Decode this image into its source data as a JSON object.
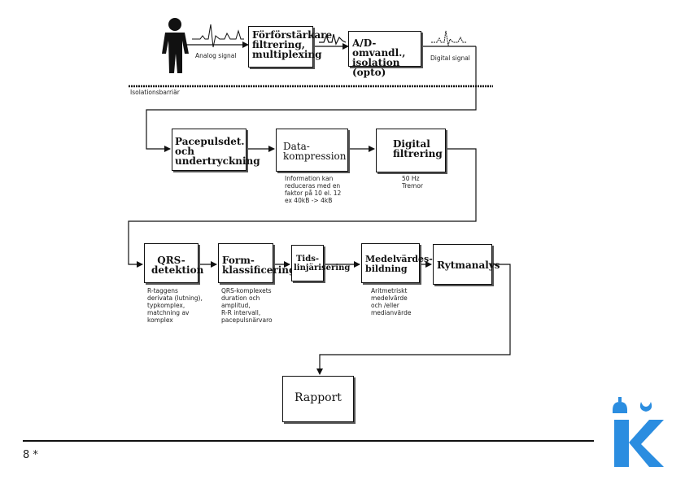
{
  "diagram": {
    "top_blocks": {
      "preamp": [
        "Förförstärkare",
        "filtrering,",
        "multiplexing"
      ],
      "adc": [
        "A/D-omvandl.,",
        "isolation (opto)"
      ]
    },
    "signals": {
      "analog": "Analog signal",
      "digital": "Digital signal"
    },
    "barrier_label": "Isolationsbarriär",
    "row2": {
      "pace": [
        "Pacepulsdet.",
        "och",
        "undertryckning"
      ],
      "compression": [
        "Data-",
        "kompression"
      ],
      "filter": [
        "Digital",
        "filtrering"
      ],
      "compression_note": "Information kan\nreduceras med en\nfaktor på 10 el. 12\nex 40kB -> 4kB",
      "filter_note": "50 Hz\nTremor"
    },
    "row3": {
      "qrs": [
        "QRS-",
        "detektion"
      ],
      "form": [
        "Form-",
        "klassificering"
      ],
      "time": [
        "Tids-",
        "linjärisering"
      ],
      "average": [
        "Medelvärdes-",
        "bildning"
      ],
      "rhythm": [
        "Rytmanalys"
      ],
      "qrs_note": "R-taggens\nderivata (lutning),\ntypkomplex,\nmatchning av\nkomplex",
      "form_note": "QRS-komplexets\nduration och\namplitud,\nR-R intervall,\npacepulsnärvaro",
      "average_note": "Aritmetriskt\nmedelvärde\noch /eller\nmedianvärde"
    },
    "report": [
      "Rapport"
    ]
  },
  "footer": {
    "page": "8 *"
  },
  "logo": {
    "letter": "K",
    "color": "#2b8de0"
  }
}
